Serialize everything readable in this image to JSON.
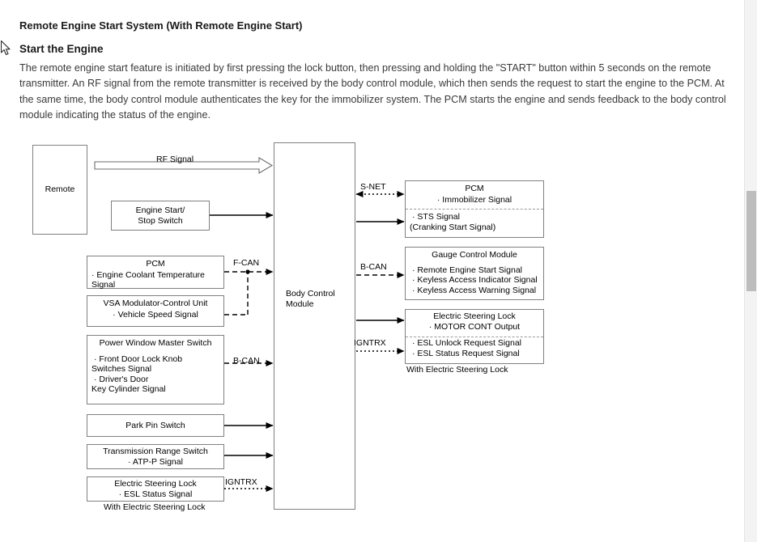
{
  "document": {
    "title": "Remote Engine Start System (With Remote Engine Start)",
    "heading": "Start the Engine",
    "paragraph": "The remote engine start feature is initiated by first pressing the lock button, then pressing and holding the \"START\" button within 5 seconds on the remote transmitter. An RF signal from the remote transmitter is received by the body control module, which then sends the request to start the engine to the PCM. At the same time, the body control module authenticates the key for the immobilizer system. The PCM starts the engine and sends feedback to the body control module indicating the status of the engine."
  },
  "diagram": {
    "remote": {
      "label": "Remote"
    },
    "rf_signal": {
      "label": "RF Signal"
    },
    "engine_start_stop_switch": {
      "line1": "Engine Start/",
      "line2": "Stop Switch"
    },
    "pcm_left": {
      "title": "PCM",
      "line1": "· Engine Coolant Temperature",
      "line2": "Signal"
    },
    "vsa": {
      "title": "VSA Modulator-Control Unit",
      "line1": "· Vehicle Speed Signal"
    },
    "power_window_master_switch": {
      "title": "Power Window Master Switch",
      "line1": "· Front Door Lock Knob",
      "line2": "Switches Signal",
      "line3": "· Driver's Door",
      "line4": "Key Cylinder Signal"
    },
    "park_pin_switch": {
      "title": "Park Pin Switch"
    },
    "transmission_range_switch": {
      "title": "Transmission Range Switch",
      "line1": "· ATP-P Signal"
    },
    "electric_steering_lock_left": {
      "title": "Electric Steering Lock",
      "line1": "· ESL Status Signal",
      "caption": "With Electric Steering Lock"
    },
    "body_control_module": {
      "line1": "Body Control",
      "line2": "Module"
    },
    "pcm_right": {
      "title": "PCM",
      "line1": "· Immobilizer Signal",
      "line2": "· STS Signal",
      "line3": "(Cranking Start Signal)"
    },
    "gauge_control_module": {
      "title": "Gauge Control Module",
      "line1": "· Remote Engine Start Signal",
      "line2": "· Keyless Access Indicator Signal",
      "line3": "· Keyless Access Warning Signal"
    },
    "electric_steering_lock_right": {
      "title": "Electric Steering Lock",
      "line1": "· MOTOR CONT Output",
      "line2": "· ESL Unlock Request Signal",
      "line3": "· ESL Status Request Signal",
      "caption": "With Electric Steering Lock"
    },
    "net_labels": {
      "f_can": "F-CAN",
      "b_can_left": "B-CAN",
      "igntrx_left": "IGNTRX",
      "s_net": "S-NET",
      "b_can_right": "B-CAN",
      "igntrx_right": "IGNTRX"
    }
  },
  "colors": {
    "box_border": "#808080",
    "wire": "#000000",
    "scrollbar_thumb": "#bdbdbd",
    "scrollbar_track": "#f3f3f3",
    "text": "#000000",
    "body_text": "#3a3a3a"
  }
}
